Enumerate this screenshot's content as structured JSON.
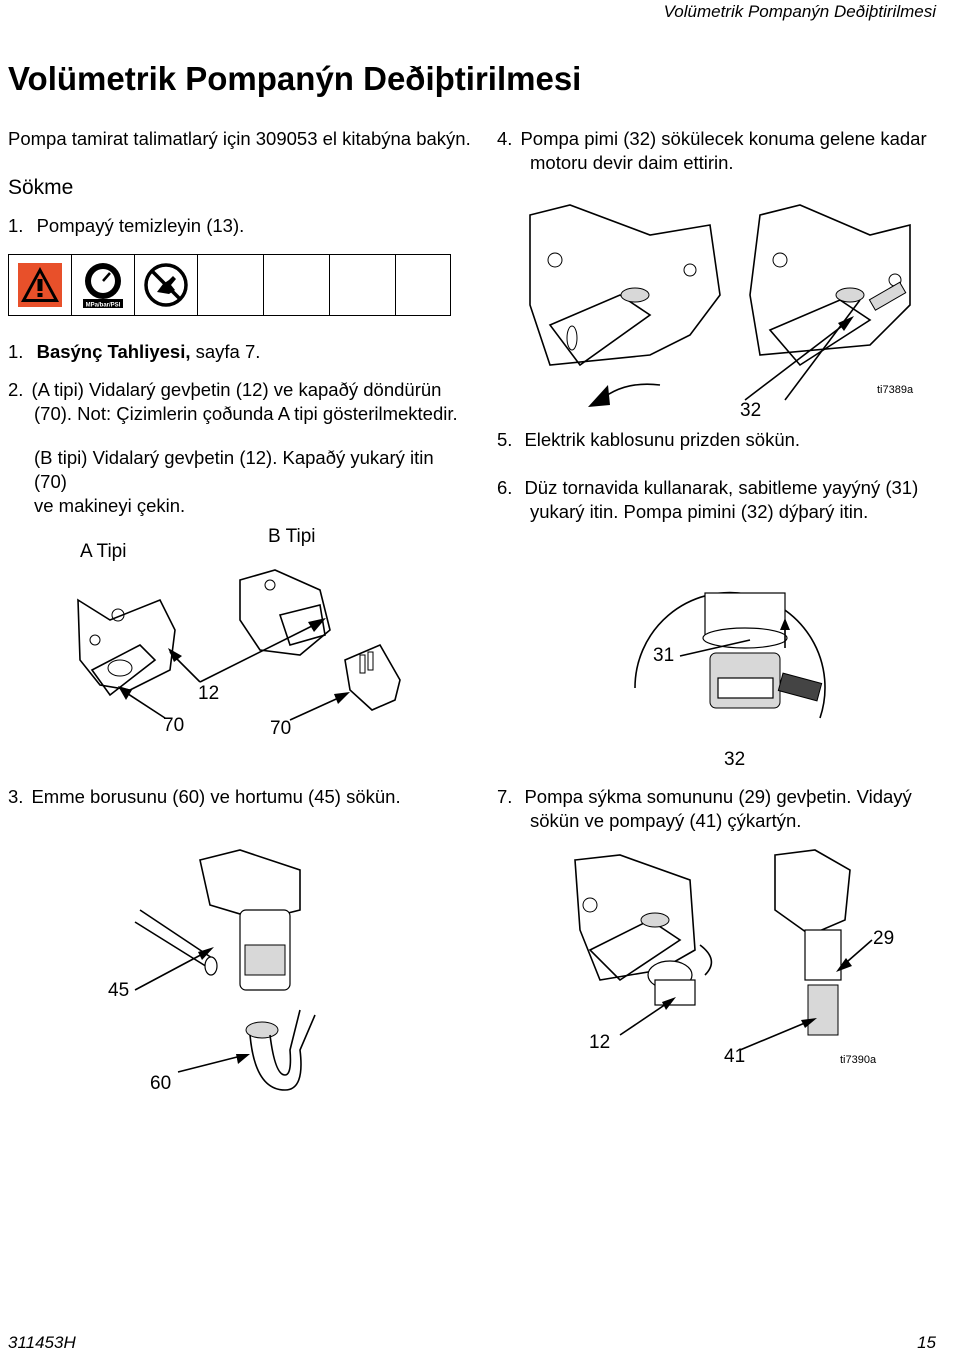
{
  "header": {
    "running_title": "Volümetrik Pompanýn Deðiþtirilmesi"
  },
  "title": "Volümetrik Pompanýn Deðiþtirilmesi",
  "intro": "Pompa tamirat talimatlarý için 309053 el kitabýna bakýn.",
  "section": "Sökme",
  "steps": {
    "s1_num": "1.",
    "s1_text": "Pompayý temizleyin (13).",
    "p1_num": "1.",
    "p1_bold": "Basýnç Tahliyesi,",
    "p1_text": " sayfa 7.",
    "s2_num": "2.",
    "s2_line1": "(A tipi) Vidalarý gevþetin (12) ve kapaðý döndürün",
    "s2_line2": "(70). Not: Çizimlerin çoðunda A tipi gösterilmektedir.",
    "s2b_line1": "(B tipi) Vidalarý gevþetin (12). Kapaðý yukarý itin (70)",
    "s2b_line2": "ve makineyi çekin.",
    "s3_num": "3.",
    "s3_text": "Emme borusunu (60) ve hortumu (45) sökün.",
    "s4_num": "4.",
    "s4_line1": "Pompa pimi (32) sökülecek konuma gelene kadar",
    "s4_line2": "motoru devir daim ettirin.",
    "s5_num": "5.",
    "s5_text": "Elektrik kablosunu prizden sökün.",
    "s6_num": "6.",
    "s6_line1": "Düz tornavida kullanarak, sabitleme yayýný (31)",
    "s6_line2": "yukarý itin. Pompa pimini (32) dýþarý itin.",
    "s7_num": "7.",
    "s7_line1": "Pompa sýkma somununu (29) gevþetin. Vidayý",
    "s7_line2": "sökün ve pompayý (41) çýkartýn."
  },
  "figure_labels": {
    "a_tipi": "A Tipi",
    "b_tipi": "B Tipi",
    "l12a": "12",
    "l70a": "70",
    "l70b": "70",
    "l32a": "32",
    "ti7389a": "ti7389a",
    "l31": "31",
    "l32b": "32",
    "l45": "45",
    "l60": "60",
    "l29": "29",
    "l12b": "12",
    "l41": "41",
    "ti7390a": "ti7390a"
  },
  "warning_icons": [
    "warning-triangle-icon",
    "pressure-gauge-icon",
    "no-hand-icon"
  ],
  "warning_icon_text": {
    "mpa": "MPa/bar/PSI"
  },
  "colors": {
    "warning_orange": "#e8502a"
  },
  "footer": {
    "doc_number": "311453H",
    "page": "15"
  }
}
